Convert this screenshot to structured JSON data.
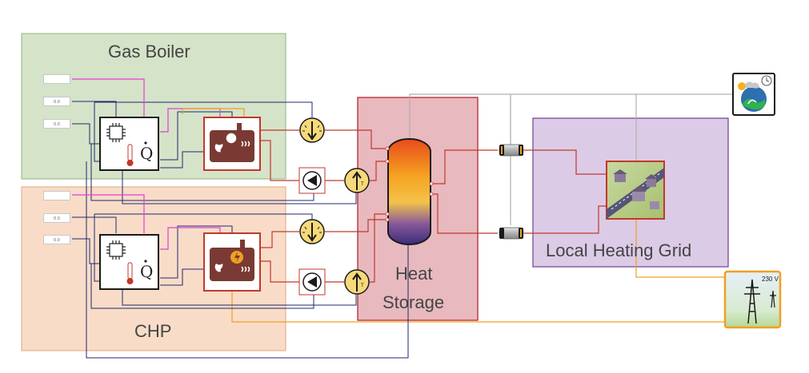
{
  "areas": {
    "gas_boiler": {
      "label": "Gas Boiler",
      "color": "#d5e3c9"
    },
    "chp": {
      "label": "CHP",
      "color": "#f8dcc8"
    },
    "heat_storage": {
      "label_line1": "Heat",
      "label_line2": "Storage",
      "color": "#e8b9be"
    },
    "local_heating_grid": {
      "label": "Local Heating Grid",
      "color": "#dccbe6"
    }
  },
  "grid_supply": {
    "voltage_label": "230 V"
  },
  "param_boxes": [
    {
      "text": ""
    },
    {
      "text": "0.0"
    },
    {
      "text": "0.0"
    },
    {
      "text": ""
    },
    {
      "text": "0.0"
    },
    {
      "text": "0.0"
    }
  ],
  "icons": [
    "gas-boiler-controller-icon",
    "gas-boiler-unit-icon",
    "chp-controller-icon",
    "chp-unit-icon",
    "flow-sensor-icon",
    "pump-icon",
    "temperature-sensor-icon",
    "heat-storage-tank-icon",
    "pipe-icon",
    "heating-grid-district-icon",
    "weather-data-icon",
    "power-grid-icon"
  ],
  "colors": {
    "heat_line": "#c0392b",
    "control_line": "#1f2a6b",
    "signal_line": "#e040d0",
    "electric_line": "#f0a020",
    "weather_line": "#b0b0b0"
  }
}
